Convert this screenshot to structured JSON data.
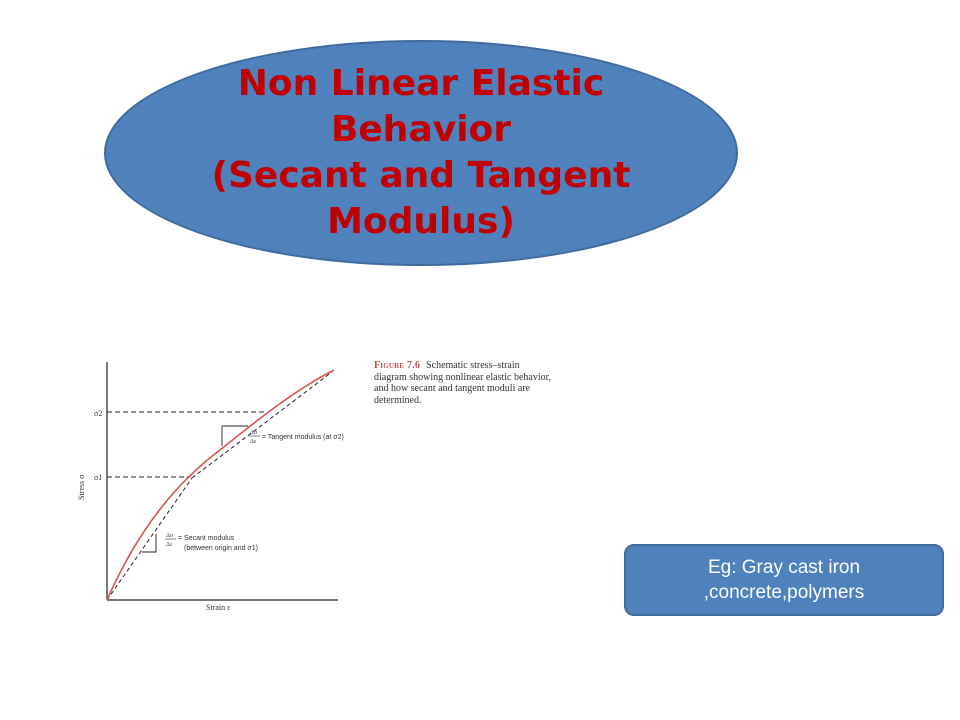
{
  "title": {
    "lines": [
      "Non Linear Elastic",
      "Behavior",
      "(Secant and Tangent",
      "Modulus)"
    ]
  },
  "figure": {
    "caption_label": "Figure 7.6",
    "caption_text": "Schematic stress–strain diagram showing nonlinear elastic behavior, and how secant and tangent moduli are determined.",
    "y_axis_label": "Stress σ",
    "x_axis_label": "Strain ε",
    "sigma2_label": "σ2",
    "sigma1_label": "σ1",
    "tangent_fraction_top": "Δσ",
    "tangent_fraction_bottom": "Δε",
    "tangent_label": "= Tangent modulus (at σ2)",
    "secant_fraction_top": "Δσ",
    "secant_fraction_bottom": "Δε",
    "secant_label_1": "= Secant modulus",
    "secant_label_2": "(between origin and σ1)",
    "colors": {
      "curve": "#d9534f",
      "lines": "#222222"
    }
  },
  "example": {
    "line1": "Eg: Gray cast iron",
    "line2": ",concrete,polymers"
  }
}
